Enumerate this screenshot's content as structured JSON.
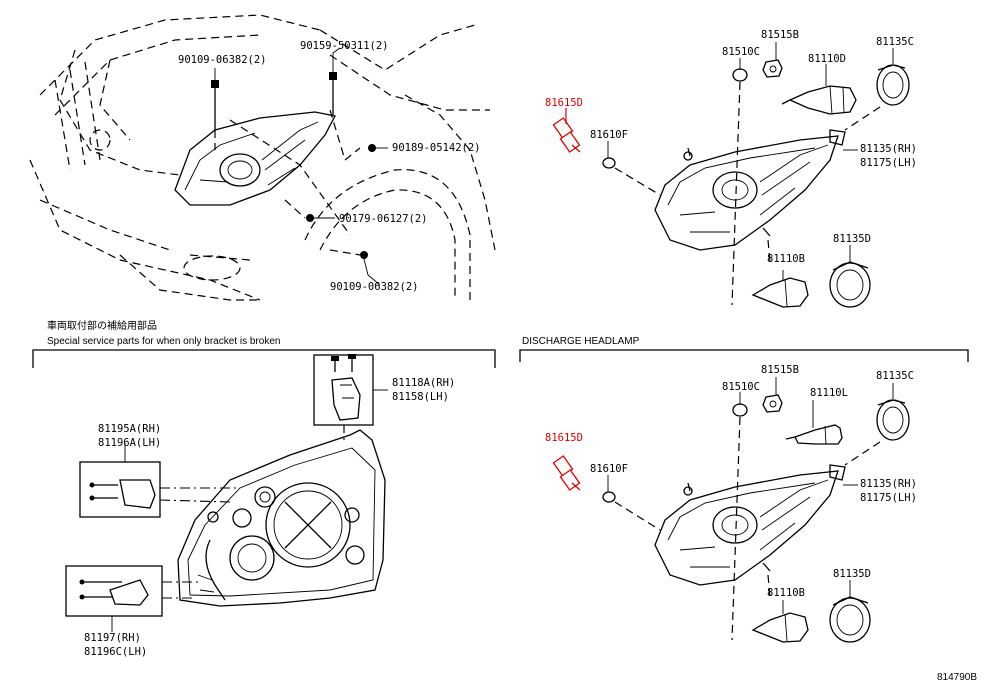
{
  "sections": {
    "special_parts_jp": "車両取付部の補給用部品",
    "special_parts_en": "Special service parts for when only bracket is broken",
    "discharge_headlamp": "DISCHARGE HEADLAMP"
  },
  "figure_id": "814790B",
  "colors": {
    "highlight": "#e00000",
    "ink": "#000000"
  },
  "top_left": {
    "bolt_a": "90109-06382(2)",
    "bolt_b": "90159-50311(2)",
    "bolt_c": "90189-05142(2)",
    "bolt_d": "90179-06127(2)",
    "bolt_e": "90109-06382(2)"
  },
  "bottom_left": {
    "bracket_upper_rh": "81118A(RH)",
    "bracket_upper_lh": "81158(LH)",
    "bracket_left_rh": "81195A(RH)",
    "bracket_left_lh": "81196A(LH)",
    "bracket_bottom_rh": "81197(RH)",
    "bracket_bottom_lh": "81196C(LH)"
  },
  "top_right": {
    "socket": "81615D",
    "lens_plug": "81610F",
    "cap_small": "81510C",
    "holder": "81515B",
    "bulb_main": "81110D",
    "cover_c": "81135C",
    "assy_rh": "81135(RH)",
    "assy_lh": "81175(LH)",
    "bulb_low": "81110B",
    "cover_d": "81135D"
  },
  "bottom_right": {
    "socket": "81615D",
    "lens_plug": "81610F",
    "cap_small": "81510C",
    "holder": "81515B",
    "bulb_main": "81110L",
    "cover_c": "81135C",
    "assy_rh": "81135(RH)",
    "assy_lh": "81175(LH)",
    "bulb_low": "81110B",
    "cover_d": "81135D"
  }
}
